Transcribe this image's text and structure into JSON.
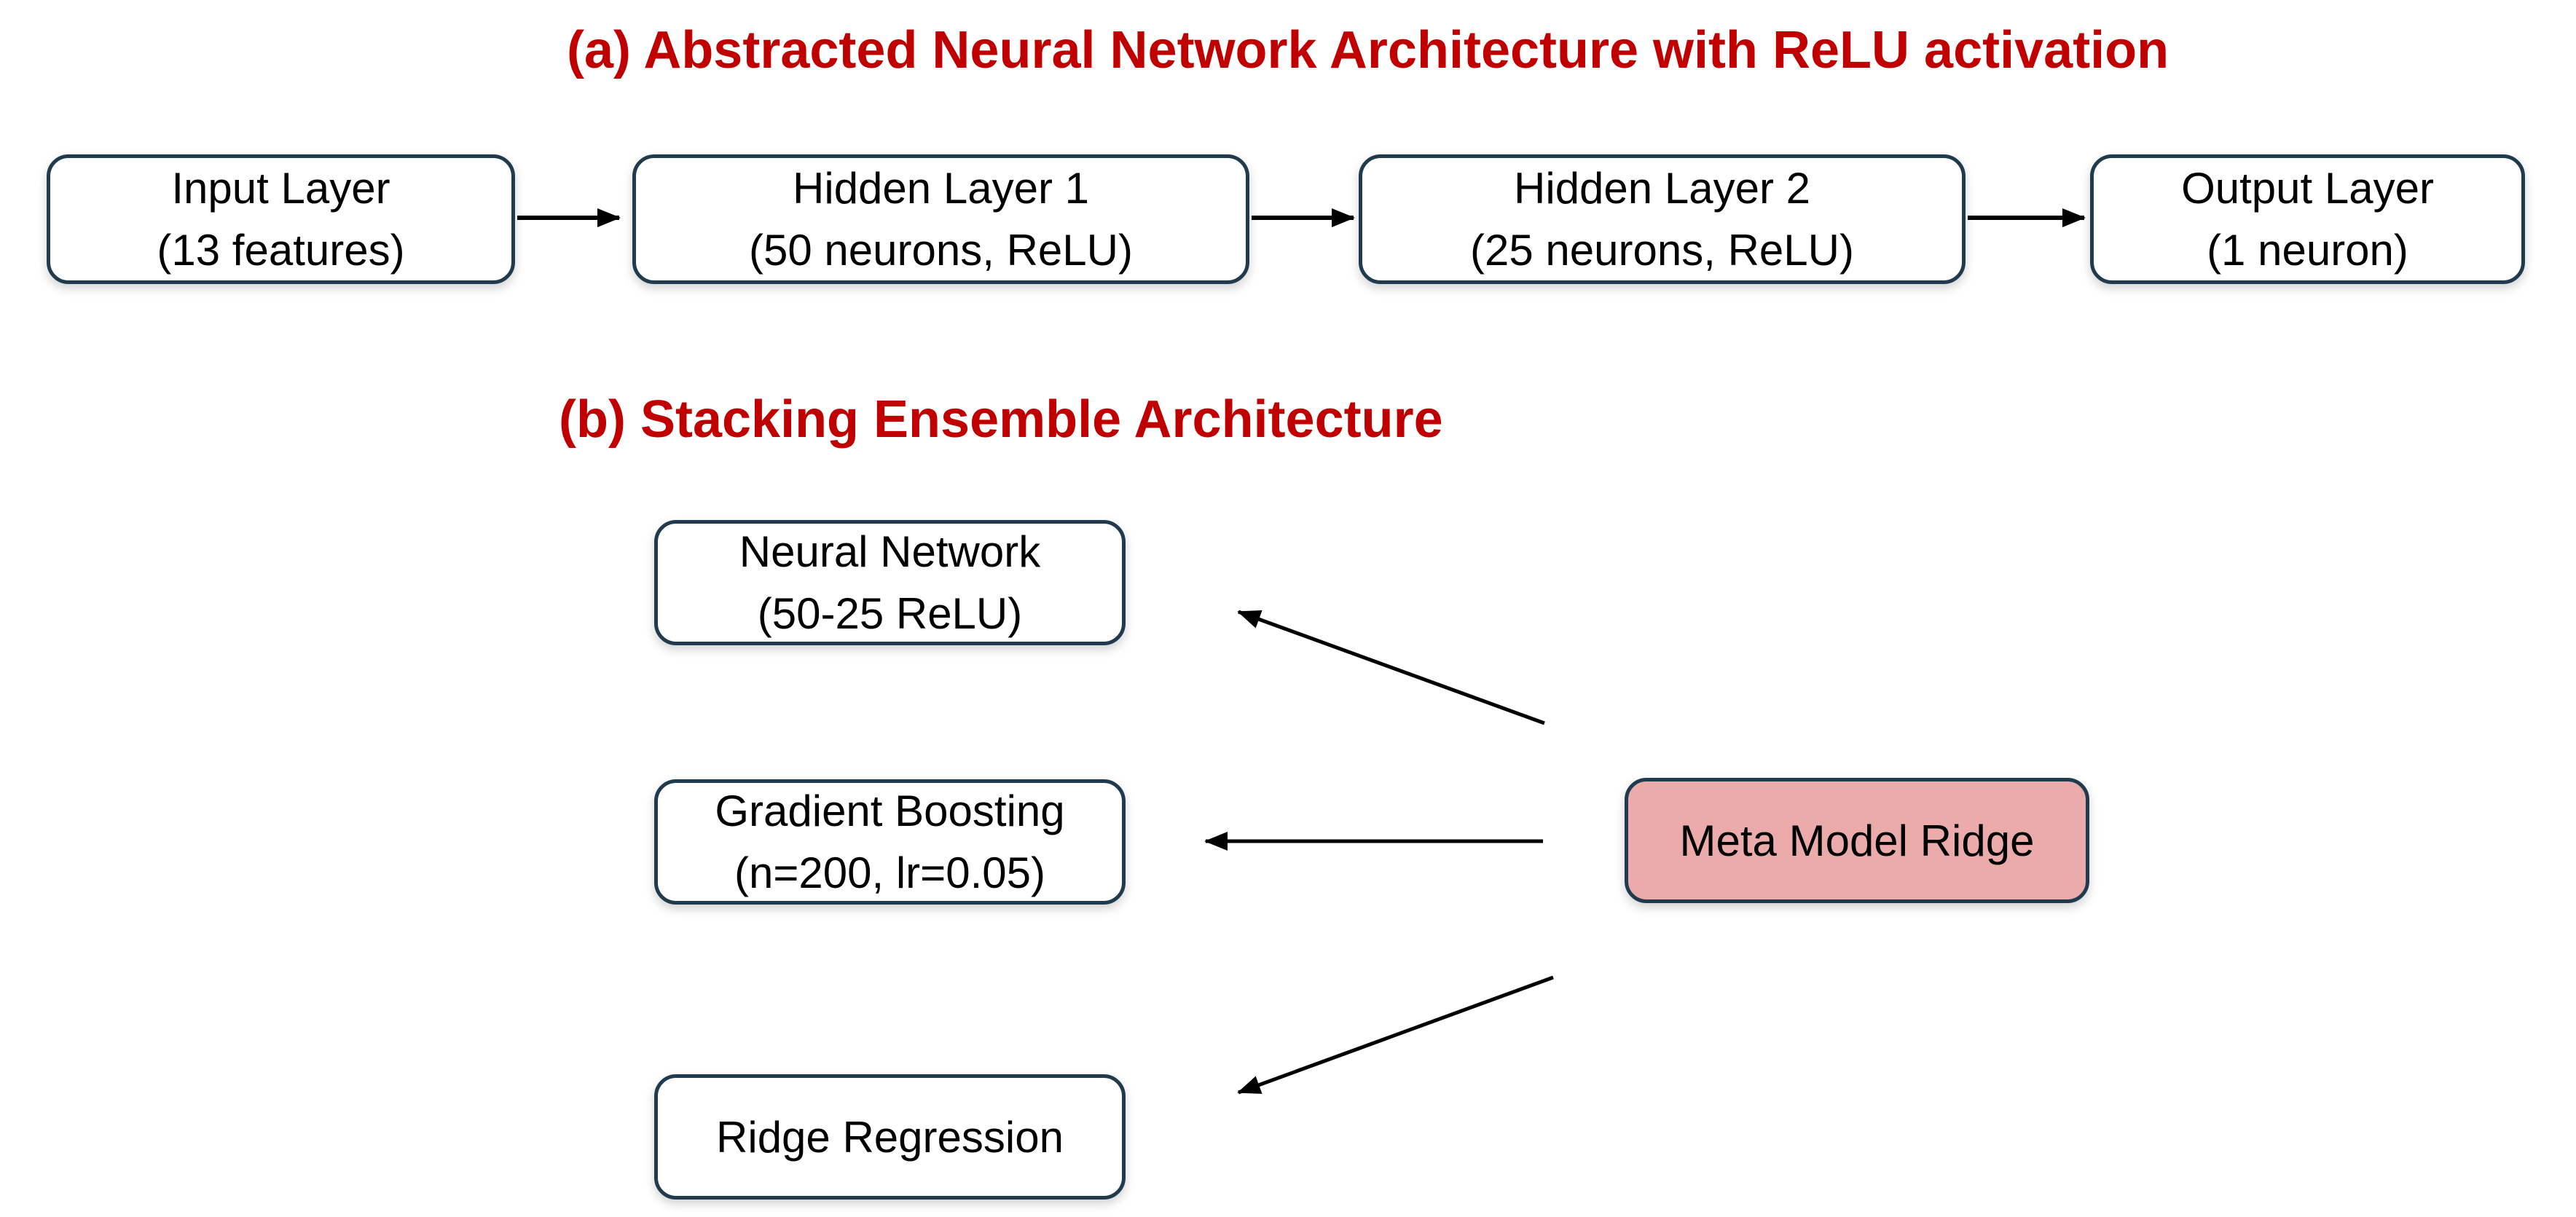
{
  "colors": {
    "title_red": "#C00000",
    "box_border": "#1F3B4D",
    "box_fill": "#FFFFFF",
    "meta_box_fill": "#ECABAB",
    "arrow_color": "#000000",
    "text_color": "#000000",
    "background": "#FFFFFF"
  },
  "section_a": {
    "title": "(a) Abstracted Neural Network Architecture with ReLU activation",
    "boxes": [
      {
        "id": "input-layer",
        "line1": "Input Layer",
        "line2": "(13 features)"
      },
      {
        "id": "hidden-layer-1",
        "line1": "Hidden Layer 1",
        "line2": "(50 neurons, ReLU)"
      },
      {
        "id": "hidden-layer-2",
        "line1": "Hidden Layer 2",
        "line2": "(25 neurons, ReLU)"
      },
      {
        "id": "output-layer",
        "line1": "Output Layer",
        "line2": "(1 neuron)"
      }
    ],
    "arrows": [
      {
        "from": "input-layer",
        "to": "hidden-layer-1"
      },
      {
        "from": "hidden-layer-1",
        "to": "hidden-layer-2"
      },
      {
        "from": "hidden-layer-2",
        "to": "output-layer"
      }
    ]
  },
  "section_b": {
    "title": "(b) Stacking Ensemble Architecture",
    "base_models": [
      {
        "id": "neural-network",
        "line1": "Neural Network",
        "line2": "(50-25 ReLU)"
      },
      {
        "id": "gradient-boosting",
        "line1": "Gradient Boosting",
        "line2": "(n=200, lr=0.05)"
      },
      {
        "id": "ridge-regression",
        "line1": "Ridge Regression"
      }
    ],
    "meta_model": {
      "id": "meta-model-ridge",
      "label": "Meta Model Ridge"
    },
    "arrows": [
      {
        "from": "meta-model-ridge",
        "to": "neural-network"
      },
      {
        "from": "meta-model-ridge",
        "to": "gradient-boosting"
      },
      {
        "from": "meta-model-ridge",
        "to": "ridge-regression"
      }
    ]
  }
}
